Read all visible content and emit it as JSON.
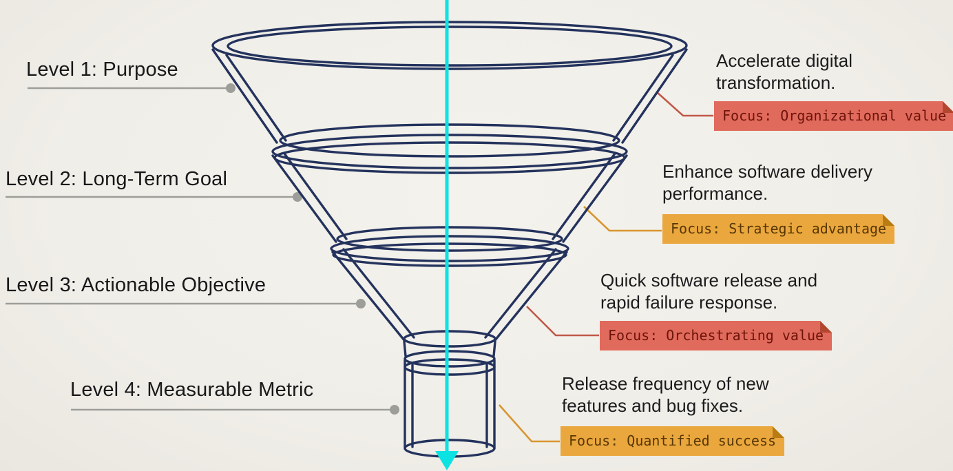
{
  "diagram": {
    "type": "funnel",
    "orientation": "top-to-bottom",
    "stages": 4,
    "axis": "vertical cyan arrow through funnel center pointing down"
  },
  "levels": [
    {
      "label": "Level 1: Purpose",
      "description_line1": "Accelerate digital",
      "description_line2": "transformation.",
      "focus": "Focus: Organizational value",
      "accent": "red"
    },
    {
      "label": "Level 2: Long-Term Goal",
      "description_line1": "Enhance software delivery",
      "description_line2": "performance.",
      "focus": "Focus: Strategic advantage",
      "accent": "orange"
    },
    {
      "label": "Level 3: Actionable Objective",
      "description_line1": "Quick software release and",
      "description_line2": "rapid failure response.",
      "focus": "Focus: Orchestrating value",
      "accent": "red"
    },
    {
      "label": "Level 4: Measurable Metric",
      "description_line1": "Release frequency of new",
      "description_line2": "features and bug fixes.",
      "focus": "Focus: Quantified success",
      "accent": "orange"
    }
  ],
  "palette": {
    "background": "#f1efe9",
    "funnel_stroke": "#24335d",
    "axis_arrow": "#0ce2e2",
    "red_badge": "#e06a5c",
    "red_badge_fold": "#b2462e",
    "red_badge_text": "#6e140a",
    "orange_badge": "#eaa73e",
    "orange_badge_fold": "#b97c12",
    "orange_badge_text": "#573704",
    "leader_red": "#c0584a",
    "leader_orange": "#d9952f",
    "label_line_gray": "#9d9d99",
    "text_dark": "#1c1c1e"
  }
}
